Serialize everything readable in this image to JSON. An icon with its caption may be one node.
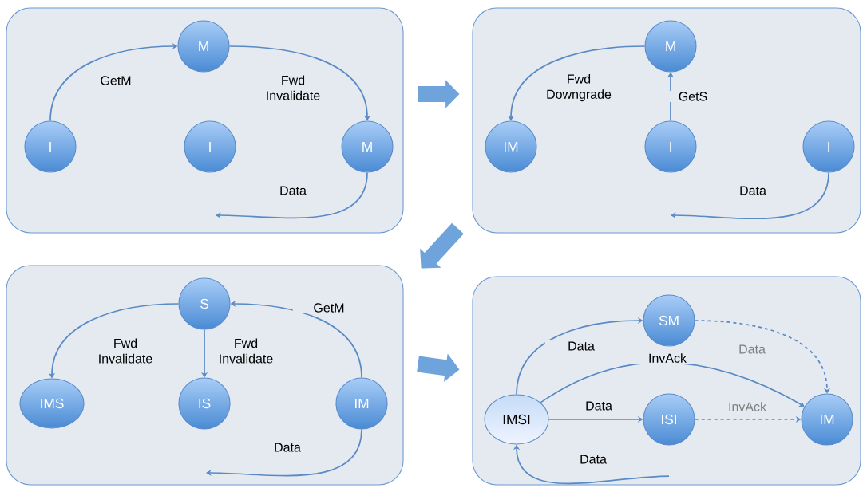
{
  "diagram": {
    "nodes": [
      {
        "text": [],
        "shape": "box"
      },
      {
        "text": [
          "M"
        ],
        "in": 0
      },
      {
        "text": [
          "I"
        ],
        "in": 0
      },
      {
        "text": [
          "I"
        ],
        "in": 0
      },
      {
        "text": [
          "M"
        ],
        "in": 0
      },
      {
        "text": [],
        "shape": "box"
      },
      {
        "text": [
          "M"
        ],
        "in": 5
      },
      {
        "text": [
          "IM"
        ],
        "in": 5
      },
      {
        "text": [
          "I"
        ],
        "in": 5
      },
      {
        "text": [
          "I"
        ],
        "in": 5
      },
      {
        "text": [],
        "shape": "box"
      },
      {
        "text": [
          "S"
        ],
        "in": 10
      },
      {
        "text": [
          "IMS"
        ],
        "in": 10
      },
      {
        "text": [
          "IS"
        ],
        "in": 10
      },
      {
        "text": [
          "IM"
        ],
        "in": 10
      },
      {
        "text": [],
        "shape": "box"
      },
      {
        "text": [
          "SM"
        ],
        "in": 15
      },
      {
        "text": [
          "IMSI"
        ],
        "in": 15
      },
      {
        "text": [
          "ISI"
        ],
        "in": 15
      },
      {
        "text": [
          "IM"
        ],
        "in": 15
      }
    ],
    "edges": [
      {
        "from": 2,
        "to": 1,
        "arrow": "to",
        "label": "GetM"
      },
      {
        "from": 1,
        "to": 4,
        "arrow": "to",
        "label": "Fwd Invalidate"
      },
      {
        "from": 4,
        "to": null,
        "arrow": "to",
        "label": "Data"
      },
      {
        "from": 0,
        "to": 5,
        "arrow": "to",
        "style": "thick"
      },
      {
        "from": 6,
        "to": 7,
        "arrow": "to",
        "label": "Fwd Downgrade"
      },
      {
        "from": 8,
        "to": 6,
        "arrow": "to",
        "label": "GetS"
      },
      {
        "from": 9,
        "to": null,
        "arrow": "to",
        "label": "Data"
      },
      {
        "from": 5,
        "to": 10,
        "arrow": "to",
        "style": "thick"
      },
      {
        "from": 11,
        "to": 12,
        "arrow": "to",
        "label": "Fwd Invalidate"
      },
      {
        "from": 11,
        "to": 13,
        "arrow": "to",
        "label": "Fwd Invalidate"
      },
      {
        "from": 14,
        "to": 11,
        "arrow": "to",
        "label": "GetM"
      },
      {
        "from": 14,
        "to": null,
        "arrow": "to",
        "label": "Data"
      },
      {
        "from": 10,
        "to": 15,
        "arrow": "to",
        "style": "thick"
      },
      {
        "from": 17,
        "to": 16,
        "arrow": "to",
        "label": "Data"
      },
      {
        "from": 17,
        "to": 19,
        "arrow": "to",
        "label": "InvAck"
      },
      {
        "from": 16,
        "to": 19,
        "arrow": "to",
        "label": "Data",
        "style": "dashed"
      },
      {
        "from": 17,
        "to": 18,
        "arrow": "to",
        "label": "Data"
      },
      {
        "from": 18,
        "to": 19,
        "arrow": "to",
        "label": "InvAck",
        "style": "dashed"
      },
      {
        "from": null,
        "to": 17,
        "arrow": "to",
        "label": "Data"
      }
    ]
  }
}
